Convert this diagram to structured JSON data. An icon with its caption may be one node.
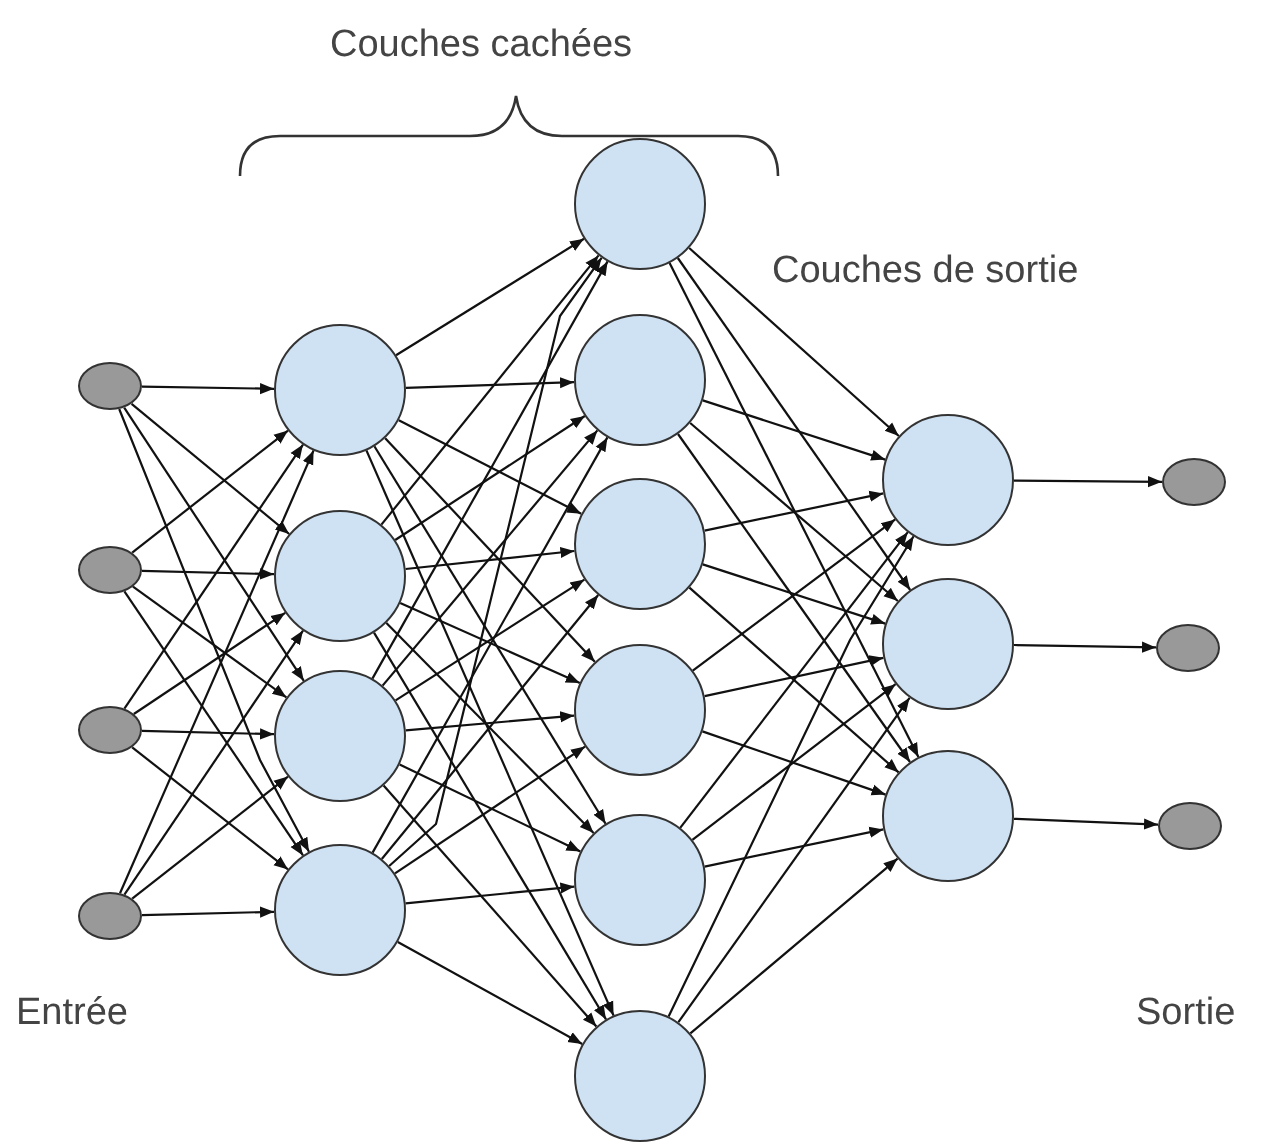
{
  "diagram": {
    "nodes": [
      {
        "text": [],
        "shape": "ellipse"
      },
      {
        "text": [],
        "shape": "ellipse"
      },
      {
        "text": [],
        "shape": "ellipse"
      },
      {
        "text": [],
        "shape": "ellipse"
      },
      {
        "text": [],
        "shape": "circle"
      },
      {
        "text": [],
        "shape": "circle"
      },
      {
        "text": [],
        "shape": "circle"
      },
      {
        "text": [],
        "shape": "circle"
      },
      {
        "text": [],
        "shape": "circle"
      },
      {
        "text": [],
        "shape": "circle"
      },
      {
        "text": [],
        "shape": "circle"
      },
      {
        "text": [],
        "shape": "circle"
      },
      {
        "text": [],
        "shape": "circle"
      },
      {
        "text": [],
        "shape": "circle"
      },
      {
        "text": [],
        "shape": "circle"
      },
      {
        "text": [],
        "shape": "circle"
      },
      {
        "text": [],
        "shape": "circle"
      },
      {
        "text": [],
        "shape": "ellipse"
      },
      {
        "text": [],
        "shape": "ellipse"
      },
      {
        "text": [],
        "shape": "ellipse"
      }
    ],
    "edges": [
      {
        "from": 0,
        "to": 4,
        "arrow": "to"
      },
      {
        "from": 0,
        "to": 5,
        "arrow": "to"
      },
      {
        "from": 0,
        "to": 6,
        "arrow": "to"
      },
      {
        "from": 0,
        "to": 7,
        "arrow": "to"
      },
      {
        "from": 1,
        "to": 4,
        "arrow": "to"
      },
      {
        "from": 1,
        "to": 5,
        "arrow": "to"
      },
      {
        "from": 1,
        "to": 6,
        "arrow": "to"
      },
      {
        "from": 1,
        "to": 7,
        "arrow": "to"
      },
      {
        "from": 2,
        "to": 4,
        "arrow": "to"
      },
      {
        "from": 2,
        "to": 5,
        "arrow": "to"
      },
      {
        "from": 2,
        "to": 6,
        "arrow": "to"
      },
      {
        "from": 2,
        "to": 7,
        "arrow": "to"
      },
      {
        "from": 3,
        "to": 4,
        "arrow": "to"
      },
      {
        "from": 3,
        "to": 5,
        "arrow": "to"
      },
      {
        "from": 3,
        "to": 6,
        "arrow": "to"
      },
      {
        "from": 3,
        "to": 7,
        "arrow": "to"
      },
      {
        "from": 4,
        "to": 8,
        "arrow": "to"
      },
      {
        "from": 4,
        "to": 9,
        "arrow": "to"
      },
      {
        "from": 4,
        "to": 10,
        "arrow": "to"
      },
      {
        "from": 4,
        "to": 11,
        "arrow": "to"
      },
      {
        "from": 4,
        "to": 12,
        "arrow": "to"
      },
      {
        "from": 4,
        "to": 13,
        "arrow": "to"
      },
      {
        "from": 5,
        "to": 8,
        "arrow": "to"
      },
      {
        "from": 5,
        "to": 9,
        "arrow": "to"
      },
      {
        "from": 5,
        "to": 10,
        "arrow": "to"
      },
      {
        "from": 5,
        "to": 11,
        "arrow": "to"
      },
      {
        "from": 5,
        "to": 12,
        "arrow": "to"
      },
      {
        "from": 5,
        "to": 13,
        "arrow": "to"
      },
      {
        "from": 6,
        "to": 8,
        "arrow": "to"
      },
      {
        "from": 6,
        "to": 9,
        "arrow": "to"
      },
      {
        "from": 6,
        "to": 10,
        "arrow": "to"
      },
      {
        "from": 6,
        "to": 11,
        "arrow": "to"
      },
      {
        "from": 6,
        "to": 12,
        "arrow": "to"
      },
      {
        "from": 6,
        "to": 13,
        "arrow": "to"
      },
      {
        "from": 7,
        "to": 8,
        "arrow": "to"
      },
      {
        "from": 7,
        "to": 9,
        "arrow": "to"
      },
      {
        "from": 7,
        "to": 10,
        "arrow": "to"
      },
      {
        "from": 7,
        "to": 11,
        "arrow": "to"
      },
      {
        "from": 7,
        "to": 12,
        "arrow": "to"
      },
      {
        "from": 7,
        "to": 13,
        "arrow": "to"
      },
      {
        "from": 8,
        "to": 14,
        "arrow": "to"
      },
      {
        "from": 8,
        "to": 15,
        "arrow": "to"
      },
      {
        "from": 8,
        "to": 16,
        "arrow": "to"
      },
      {
        "from": 9,
        "to": 14,
        "arrow": "to"
      },
      {
        "from": 9,
        "to": 15,
        "arrow": "to"
      },
      {
        "from": 9,
        "to": 16,
        "arrow": "to"
      },
      {
        "from": 10,
        "to": 14,
        "arrow": "to"
      },
      {
        "from": 10,
        "to": 15,
        "arrow": "to"
      },
      {
        "from": 10,
        "to": 16,
        "arrow": "to"
      },
      {
        "from": 11,
        "to": 14,
        "arrow": "to"
      },
      {
        "from": 11,
        "to": 15,
        "arrow": "to"
      },
      {
        "from": 11,
        "to": 16,
        "arrow": "to"
      },
      {
        "from": 12,
        "to": 14,
        "arrow": "to"
      },
      {
        "from": 12,
        "to": 15,
        "arrow": "to"
      },
      {
        "from": 12,
        "to": 16,
        "arrow": "to"
      },
      {
        "from": 13,
        "to": 14,
        "arrow": "to"
      },
      {
        "from": 13,
        "to": 15,
        "arrow": "to"
      },
      {
        "from": 13,
        "to": 16,
        "arrow": "to"
      },
      {
        "from": 14,
        "to": 17,
        "arrow": "to"
      },
      {
        "from": 15,
        "to": 18,
        "arrow": "to"
      },
      {
        "from": 16,
        "to": 19,
        "arrow": "to"
      }
    ],
    "labels": [
      "Couches cachées",
      "Couches de sortie",
      "Entrée",
      "Sortie"
    ]
  }
}
